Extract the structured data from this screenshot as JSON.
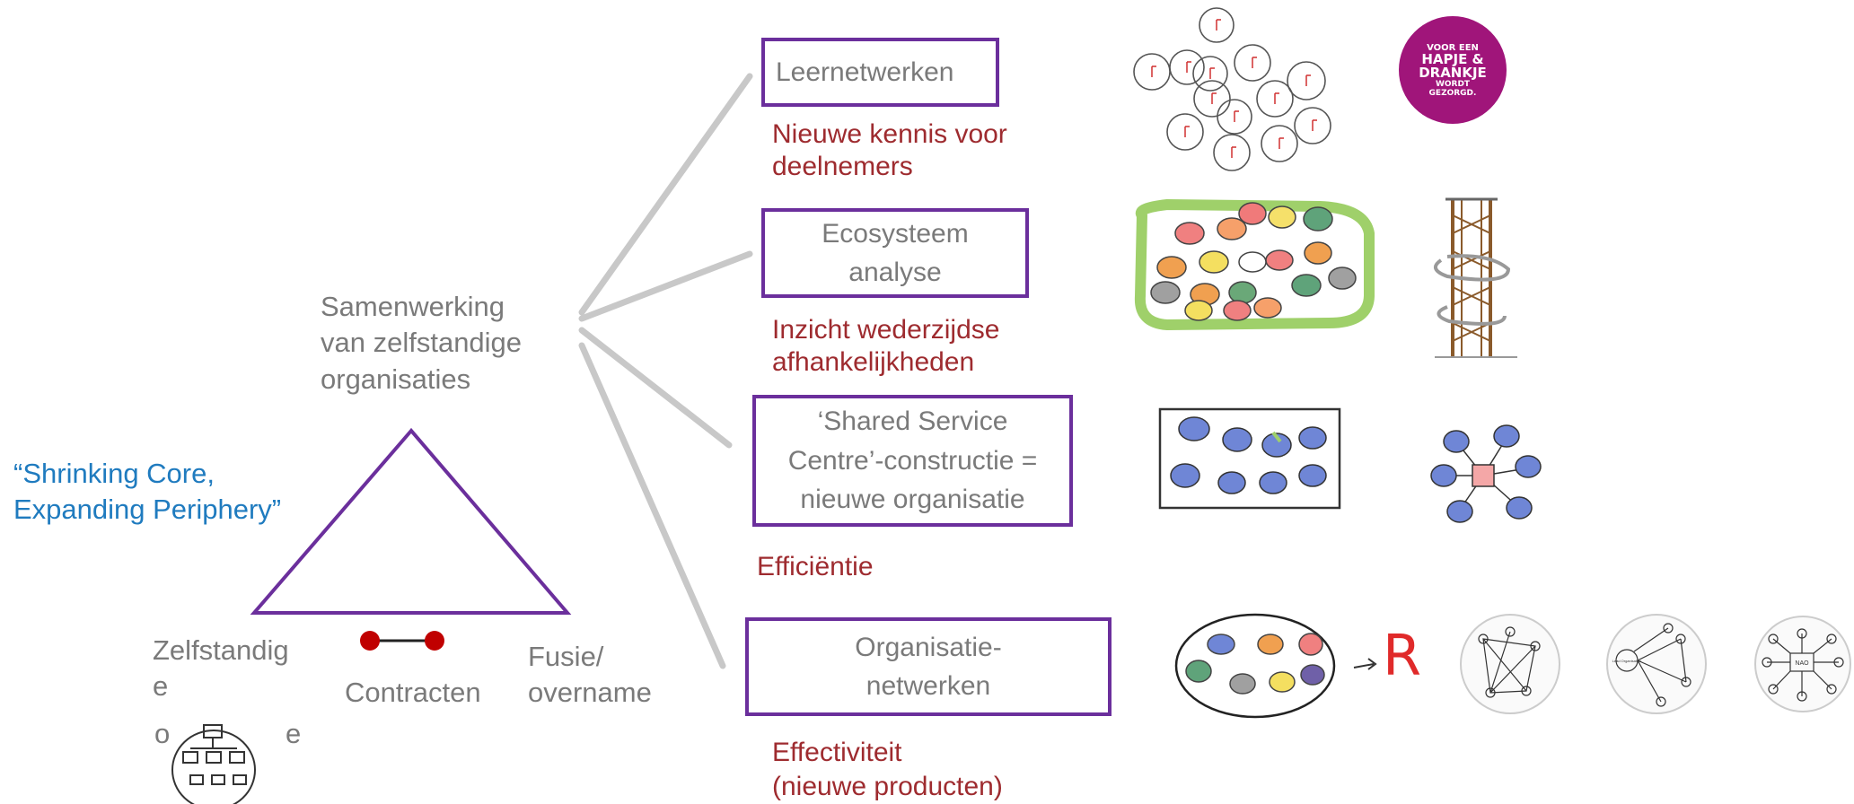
{
  "center": {
    "text_lines": [
      "Samenwerking",
      "van zelfstandige",
      "organisaties"
    ]
  },
  "quote": {
    "lines": [
      "“Shrinking Core,",
      "Expanding Periphery”"
    ]
  },
  "triangle": {
    "left_label_lines": [
      "Zelfstandig",
      "e",
      "o",
      "e"
    ],
    "middle_label": "Contracten",
    "right_label_lines": [
      "Fusie/",
      "overname"
    ]
  },
  "branches": [
    {
      "box_lines": [
        "Leernetwerken"
      ],
      "outcome_lines": [
        "Nieuwe kennis voor",
        "deelnemers"
      ],
      "icon": "learning-network-sketch"
    },
    {
      "box_lines": [
        "Ecosysteem",
        "analyse"
      ],
      "outcome_lines": [
        "Inzicht wederzijdse",
        "afhankelijkheden"
      ],
      "icon": "ecosystem-sketch"
    },
    {
      "box_lines": [
        "‘Shared Service",
        "Centre’-constructie =",
        "nieuwe organisatie"
      ],
      "outcome_lines": [
        "Efficiëntie"
      ],
      "icon": "shared-service-sketch"
    },
    {
      "box_lines": [
        "Organisatie-",
        "netwerken"
      ],
      "outcome_lines": [
        "Effectiviteit",
        "(nieuwe producten)"
      ],
      "icon": "organisation-network-sketch"
    }
  ],
  "badge": {
    "line1": "VOOR EEN",
    "line2": "HAPJE &",
    "line3": "DRANKJE",
    "line4": "WORDT",
    "line5": "GEZORGD."
  },
  "network_sketch_labels": {
    "lead_org": "Lead Organisation",
    "nao": "NAO",
    "r_letter": "R"
  },
  "colors": {
    "purple": "#6b2f9c",
    "dark_red": "#9e2b2f",
    "blue": "#1f7bbf",
    "gray_text": "#7a7a7a",
    "connector": "#c8c8c8",
    "badge": "#a0157a"
  }
}
